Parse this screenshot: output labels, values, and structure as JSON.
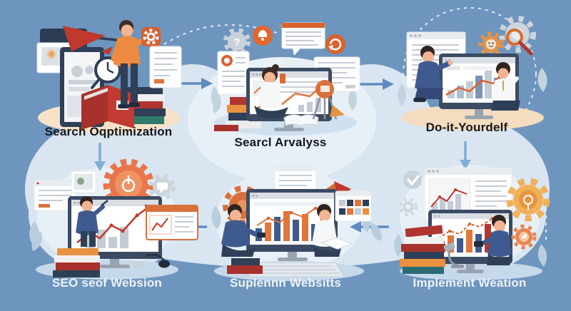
{
  "steps": [
    {
      "id": 1,
      "label": "Search Oqptimization"
    },
    {
      "id": 2,
      "label": "Searcl Arvalyss"
    },
    {
      "id": 3,
      "label": "Do-it-Yourdelf"
    },
    {
      "id": 4,
      "label": "SEO seof Websion"
    },
    {
      "id": 5,
      "label": "Suplennn Websitts"
    },
    {
      "id": 6,
      "label": "Implement Weation"
    }
  ],
  "icon_glyphs": {
    "question": "?"
  },
  "flow_arrows": [
    {
      "from": "step-1",
      "to": "step-2",
      "direction": "right"
    },
    {
      "from": "step-2",
      "to": "step-3",
      "direction": "right"
    },
    {
      "from": "step-1",
      "to": "step-4",
      "direction": "down"
    },
    {
      "from": "step-3",
      "to": "step-6",
      "direction": "down"
    },
    {
      "from": "step-6",
      "to": "step-5",
      "direction": "left"
    },
    {
      "from": "step-5",
      "to": "step-4",
      "direction": "left"
    }
  ],
  "palette": {
    "background": "#6e95be",
    "blob": "#d9e6f1",
    "blob_light": "#e8f0f7",
    "arrow_blue": "#5d8bc0",
    "arrow_light": "#7fadd4",
    "label_dark": "#15161a",
    "label_light": "#eef3f8",
    "accent_orange": "#e2763a",
    "accent_red": "#b23530",
    "navy": "#2e3f57",
    "suit_blue": "#3f5a8f",
    "monitor_frame": "#3b4b64",
    "gray_ui": "#c9d2da",
    "skin": "#f2b491",
    "base_peach": "#f7e2c8",
    "base_tan": "#f3dcbf",
    "base_blue": "#cfe0ee",
    "yellow_gear": "#f0b05a"
  }
}
